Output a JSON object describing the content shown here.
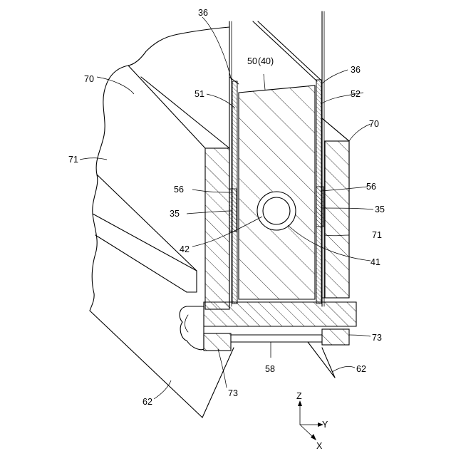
{
  "labels": {
    "l36a": "36",
    "l36b": "36",
    "l50": "50 (40)",
    "l70a": "70",
    "l70b": "70",
    "l51": "51",
    "l52": "52",
    "l71a": "71",
    "l71b": "71",
    "l56a": "56",
    "l56b": "56",
    "l35a": "35",
    "l35b": "35",
    "l42": "42",
    "l41": "41",
    "l73a": "73",
    "l73b": "73",
    "l58": "58",
    "l62a": "62",
    "l62b": "62"
  },
  "axes": {
    "z": "Z",
    "y": "Y",
    "x": "X"
  }
}
